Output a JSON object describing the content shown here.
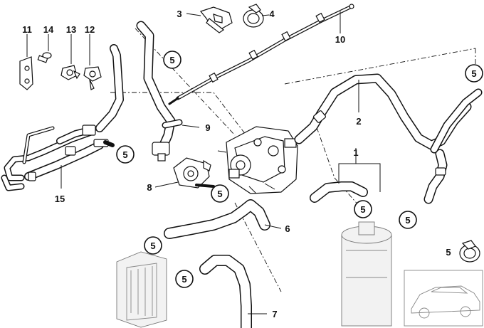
{
  "diagram": {
    "part_numbers": {
      "p1": "1",
      "p2": "2",
      "p3": "3",
      "p4": "4",
      "p6": "6",
      "p7": "7",
      "p8": "8",
      "p9": "9",
      "p10": "10",
      "p11": "11",
      "p12": "12",
      "p13": "13",
      "p14": "14",
      "p15": "15"
    },
    "circled_refs": {
      "c_top": "5",
      "c_right": "5",
      "c_left": "5",
      "c_mid": "5",
      "c_filter": "5",
      "c_right2": "5",
      "c_hose6": "5",
      "c_hose7": "5",
      "c_legend": "5"
    }
  }
}
